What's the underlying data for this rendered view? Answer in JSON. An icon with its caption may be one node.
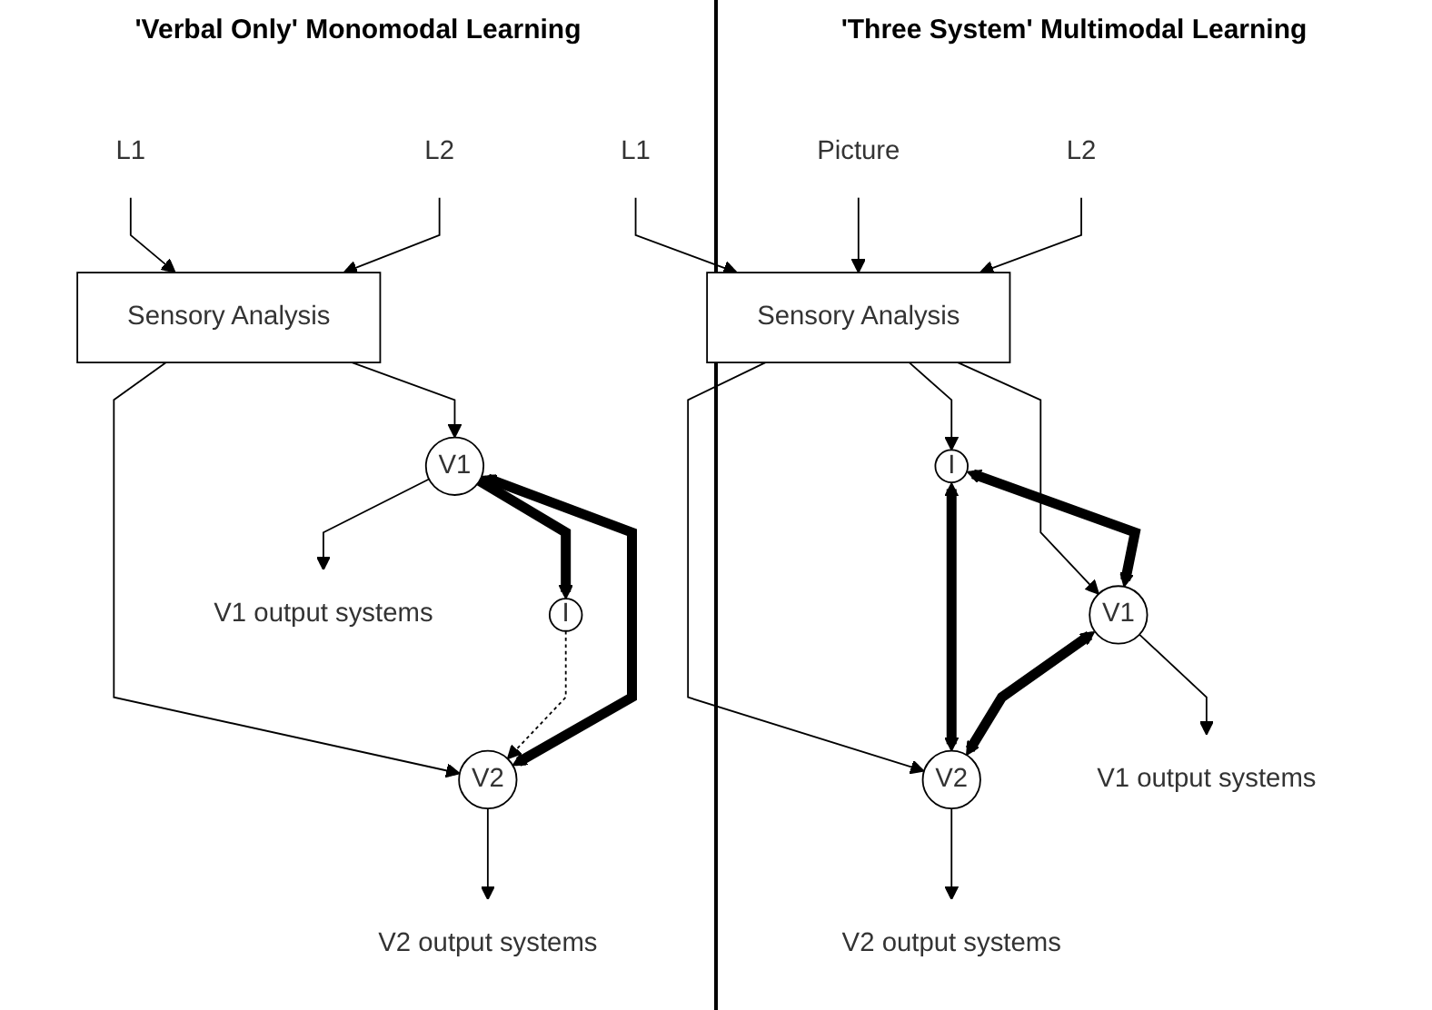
{
  "diagram": {
    "nodes": [
      {
        "text": [
          "L1"
        ]
      },
      {
        "text": [
          "L2"
        ]
      },
      {
        "text": [
          "Sensory Analysis"
        ]
      },
      {
        "text": [
          "I"
        ]
      },
      {
        "text": [
          "V1"
        ]
      },
      {
        "text": [
          "V2"
        ]
      },
      {
        "text": [
          "V1 output systems"
        ]
      },
      {
        "text": [
          "V2 output systems"
        ]
      },
      {
        "text": [
          "L1"
        ]
      },
      {
        "text": [
          "Picture"
        ]
      },
      {
        "text": [
          "L2"
        ]
      },
      {
        "text": [
          "Sensory Analysis"
        ]
      },
      {
        "text": [
          "I"
        ]
      },
      {
        "text": [
          "V1"
        ]
      },
      {
        "text": [
          "V2"
        ]
      },
      {
        "text": [
          "V1 output systems"
        ]
      },
      {
        "text": [
          "V2 output systems"
        ]
      }
    ],
    "edges": [
      {
        "from": 0,
        "to": 2,
        "arrow": "to"
      },
      {
        "from": 1,
        "to": 2,
        "arrow": "to"
      },
      {
        "from": 2,
        "to": 4,
        "arrow": "to"
      },
      {
        "from": 2,
        "to": 5,
        "arrow": "to"
      },
      {
        "from": 4,
        "to": 3,
        "arrow": "to",
        "style": "thick"
      },
      {
        "from": 3,
        "to": 5,
        "arrow": "to",
        "style": "dashed"
      },
      {
        "from": 4,
        "to": 5,
        "arrow": "both",
        "style": "thick"
      },
      {
        "from": 4,
        "to": 6,
        "arrow": "to"
      },
      {
        "from": 5,
        "to": 7,
        "arrow": "to"
      },
      {
        "from": 8,
        "to": 11,
        "arrow": "to"
      },
      {
        "from": 9,
        "to": 11,
        "arrow": "to"
      },
      {
        "from": 10,
        "to": 11,
        "arrow": "to"
      },
      {
        "from": 11,
        "to": 13,
        "arrow": "to"
      },
      {
        "from": 11,
        "to": 12,
        "arrow": "to"
      },
      {
        "from": 11,
        "to": 14,
        "arrow": "to"
      },
      {
        "from": 12,
        "to": 13,
        "arrow": "both",
        "style": "thick"
      },
      {
        "from": 12,
        "to": 14,
        "arrow": "both",
        "style": "thick"
      },
      {
        "from": 13,
        "to": 14,
        "arrow": "both",
        "style": "thick"
      },
      {
        "from": 13,
        "to": 15,
        "arrow": "to"
      },
      {
        "from": 14,
        "to": 16,
        "arrow": "to"
      }
    ],
    "labels": [
      "'Verbal Only' Monomodal Learning",
      "'Three System' Multimodal Learning"
    ]
  }
}
